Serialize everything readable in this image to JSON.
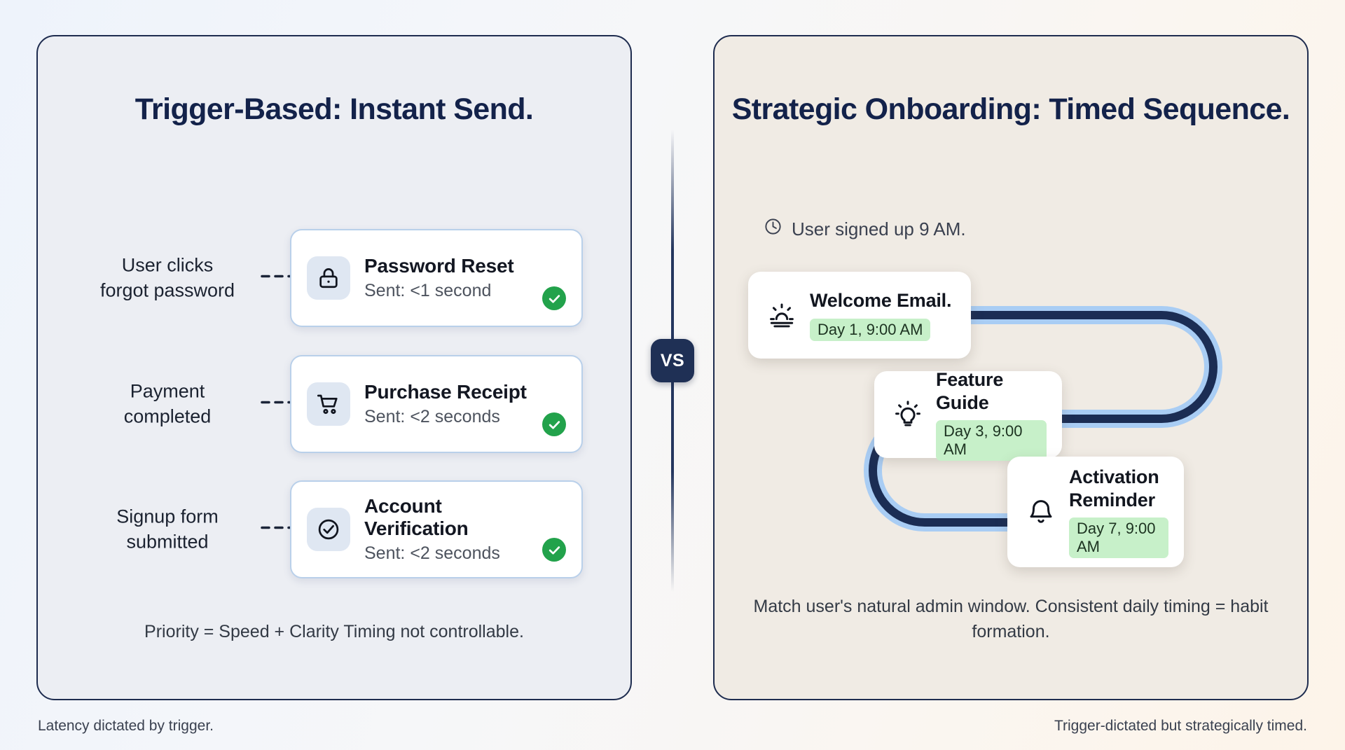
{
  "left": {
    "title": "Trigger-Based:\nInstant Send.",
    "rows": [
      {
        "label": "User clicks\nforgot password",
        "icon": "lock-icon",
        "title": "Password Reset",
        "sub": "Sent: <1 second",
        "status": "check-badge"
      },
      {
        "label": "Payment\ncompleted",
        "icon": "shopping-cart-icon",
        "title": "Purchase Receipt",
        "sub": "Sent: <2 seconds",
        "status": "check-badge"
      },
      {
        "label": "Signup form\nsubmitted",
        "icon": "check-circle-icon",
        "title": "Account Verification",
        "sub": "Sent: <2 seconds",
        "status": "check-badge"
      }
    ],
    "footnote": "Priority = Speed + Clarity\nTiming not controllable.",
    "caption": "Latency dictated by trigger."
  },
  "right": {
    "title": "Strategic Onboarding:\nTimed Sequence.",
    "signup_note": {
      "icon": "clock-icon",
      "text": "User signed up 9 AM."
    },
    "steps": [
      {
        "icon": "sunrise-icon",
        "title": "Welcome Email.",
        "pill": "Day 1, 9:00 AM"
      },
      {
        "icon": "lightbulb-icon",
        "title": "Feature Guide",
        "pill": "Day 3, 9:00 AM"
      },
      {
        "icon": "bell-icon",
        "title": "Activation\nReminder",
        "pill": "Day 7, 9:00 AM"
      }
    ],
    "footnote": "Match user's natural admin window.\nConsistent daily timing = habit formation.",
    "caption": "Trigger-dictated but strategically timed."
  },
  "divider": {
    "badge_label": "VS"
  },
  "colors": {
    "navy": "#13224a",
    "panel_left_bg": "#eceef3",
    "panel_right_bg": "#f0ebe4",
    "card_border_blue": "#b9d0ea",
    "icon_tile": "#dfe7f2",
    "check_green": "#22a24b",
    "pill_green": "#c7f0c9",
    "path_dark": "#1b2d54",
    "path_light": "#a9cdf4"
  }
}
